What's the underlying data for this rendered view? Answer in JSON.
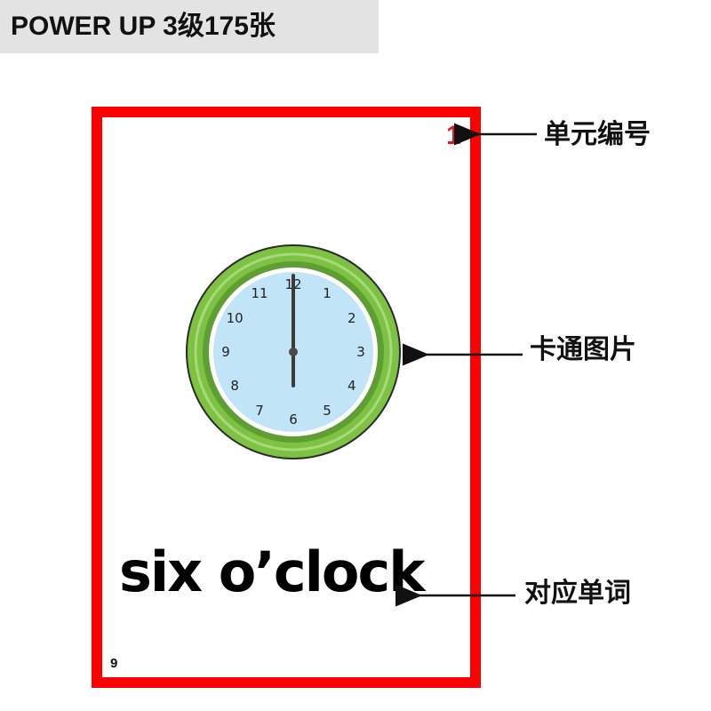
{
  "header": {
    "title": "POWER UP 3级175张"
  },
  "card": {
    "unit_number": "1",
    "word": "six o’clock",
    "page_number": "9",
    "clock": {
      "numerals": [
        "12",
        "1",
        "2",
        "3",
        "4",
        "5",
        "6",
        "7",
        "8",
        "9",
        "10",
        "11"
      ],
      "time": "6:00",
      "colors": {
        "rim_outer": "#7dc242",
        "rim_inner": "#5f9e32",
        "face": "#c2e4f7",
        "hands": "#3a3a3a"
      }
    },
    "border_color": "#ff0000",
    "unit_number_color": "#e01b1b"
  },
  "annotations": {
    "unit_number_label": "单元编号",
    "picture_label": "卡通图片",
    "word_label": "对应单词"
  }
}
